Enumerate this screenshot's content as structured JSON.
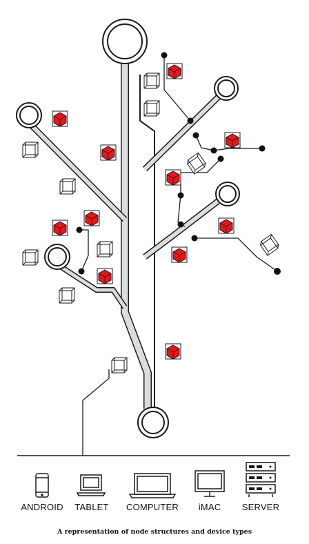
{
  "devices": [
    {
      "label": "ANDROID",
      "icon": "smartphone-icon"
    },
    {
      "label": "TABLET",
      "icon": "tablet-icon"
    },
    {
      "label": "COMPUTER",
      "icon": "laptop-icon"
    },
    {
      "label": "iMAC",
      "icon": "desktop-monitor-icon"
    },
    {
      "label": "SERVER",
      "icon": "server-rack-icon"
    }
  ],
  "caption": "A representation of node structures and device types",
  "colors": {
    "ink": "#1a1a1a",
    "trunk_fill": "#dcdcdc",
    "active_node": "#e8151b",
    "background": "#ffffff"
  }
}
